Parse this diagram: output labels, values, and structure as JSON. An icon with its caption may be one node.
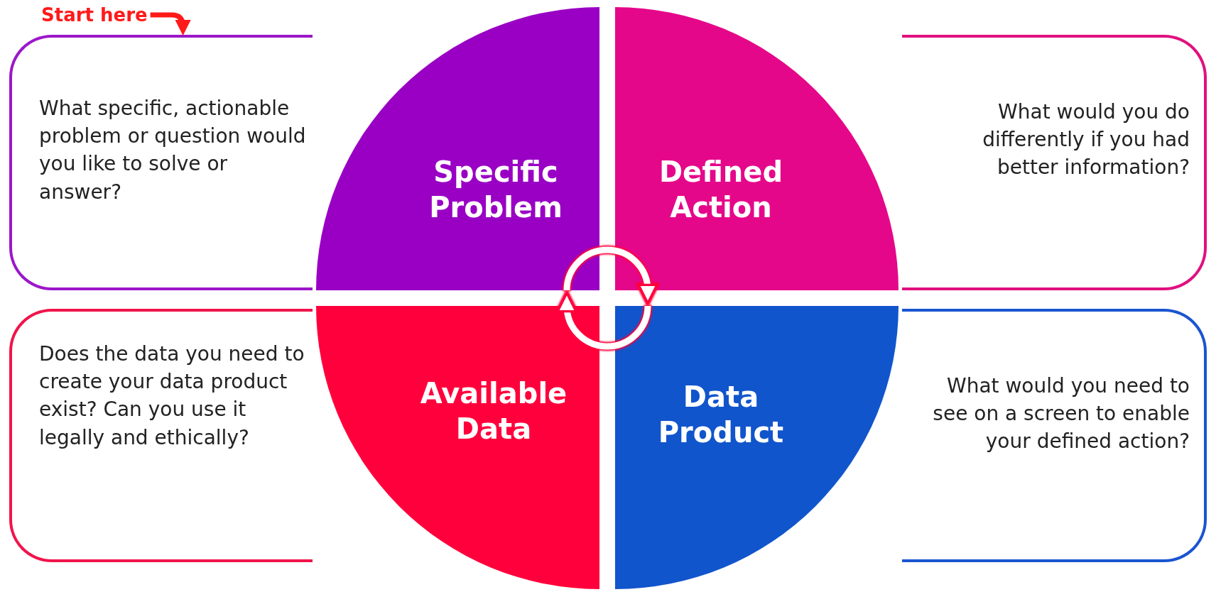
{
  "diagram": {
    "nodes": [
      {
        "text": [
          "Start here"
        ]
      },
      {
        "text": [
          "What specific, actionable problem or question would you like to solve or answer?"
        ]
      },
      {
        "text": [
          "Specific Problem"
        ]
      },
      {
        "text": [
          "Defined Action"
        ]
      },
      {
        "text": [
          "What would you do differently if you had better information?"
        ]
      },
      {
        "text": [
          "Does the data you need to create your data product exist? Can you use it legally and ethically?"
        ]
      },
      {
        "text": [
          "Available Data"
        ]
      },
      {
        "text": [
          "Data Product"
        ]
      },
      {
        "text": [
          "What would you need to see on a screen to enable your defined action?"
        ]
      }
    ],
    "edges": [
      {
        "from": 0,
        "to": 1,
        "arrow": "to",
        "color": "#ff1a1a"
      },
      {
        "from": 2,
        "to": 3,
        "arrow": "to"
      },
      {
        "from": 7,
        "to": 6,
        "arrow": "to"
      }
    ]
  }
}
